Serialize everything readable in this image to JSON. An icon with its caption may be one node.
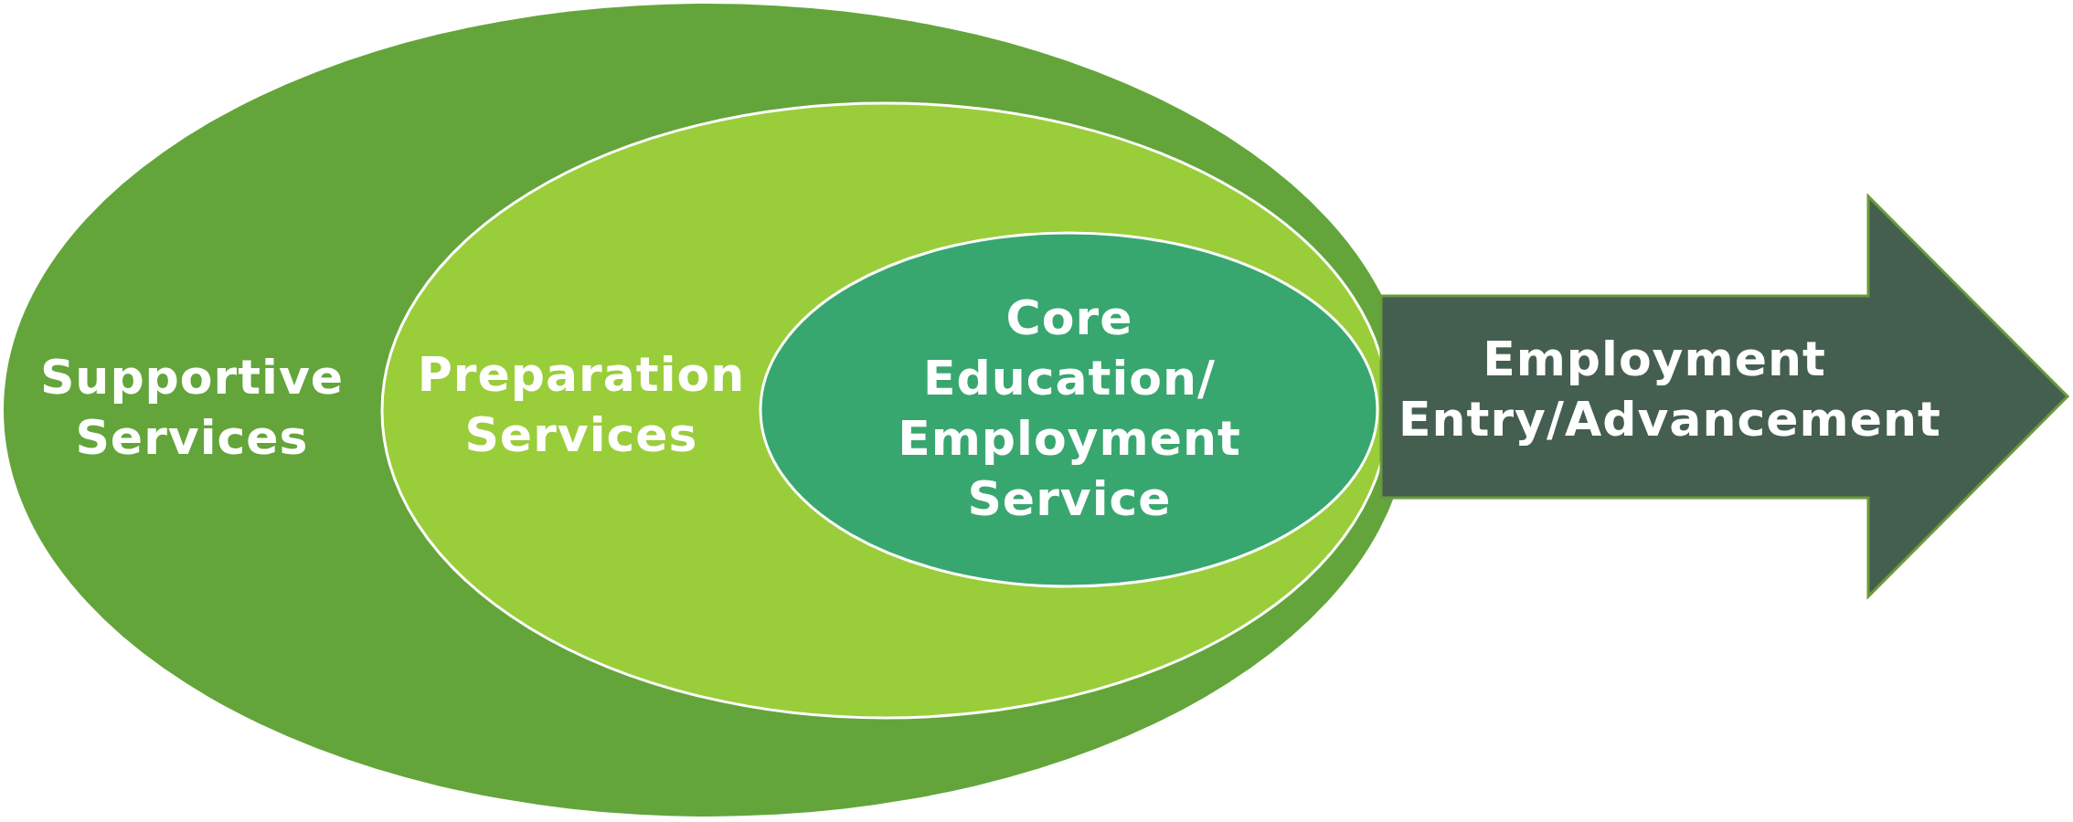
{
  "diagram": {
    "nodes": [
      {
        "text": [
          "Supportive Services"
        ]
      },
      {
        "text": [
          "Preparation Services"
        ],
        "in": 0
      },
      {
        "text": [
          "Core Education/ Employment Service"
        ],
        "in": 1
      },
      {
        "text": [
          "Employment Entry/Advancement"
        ]
      }
    ]
  }
}
